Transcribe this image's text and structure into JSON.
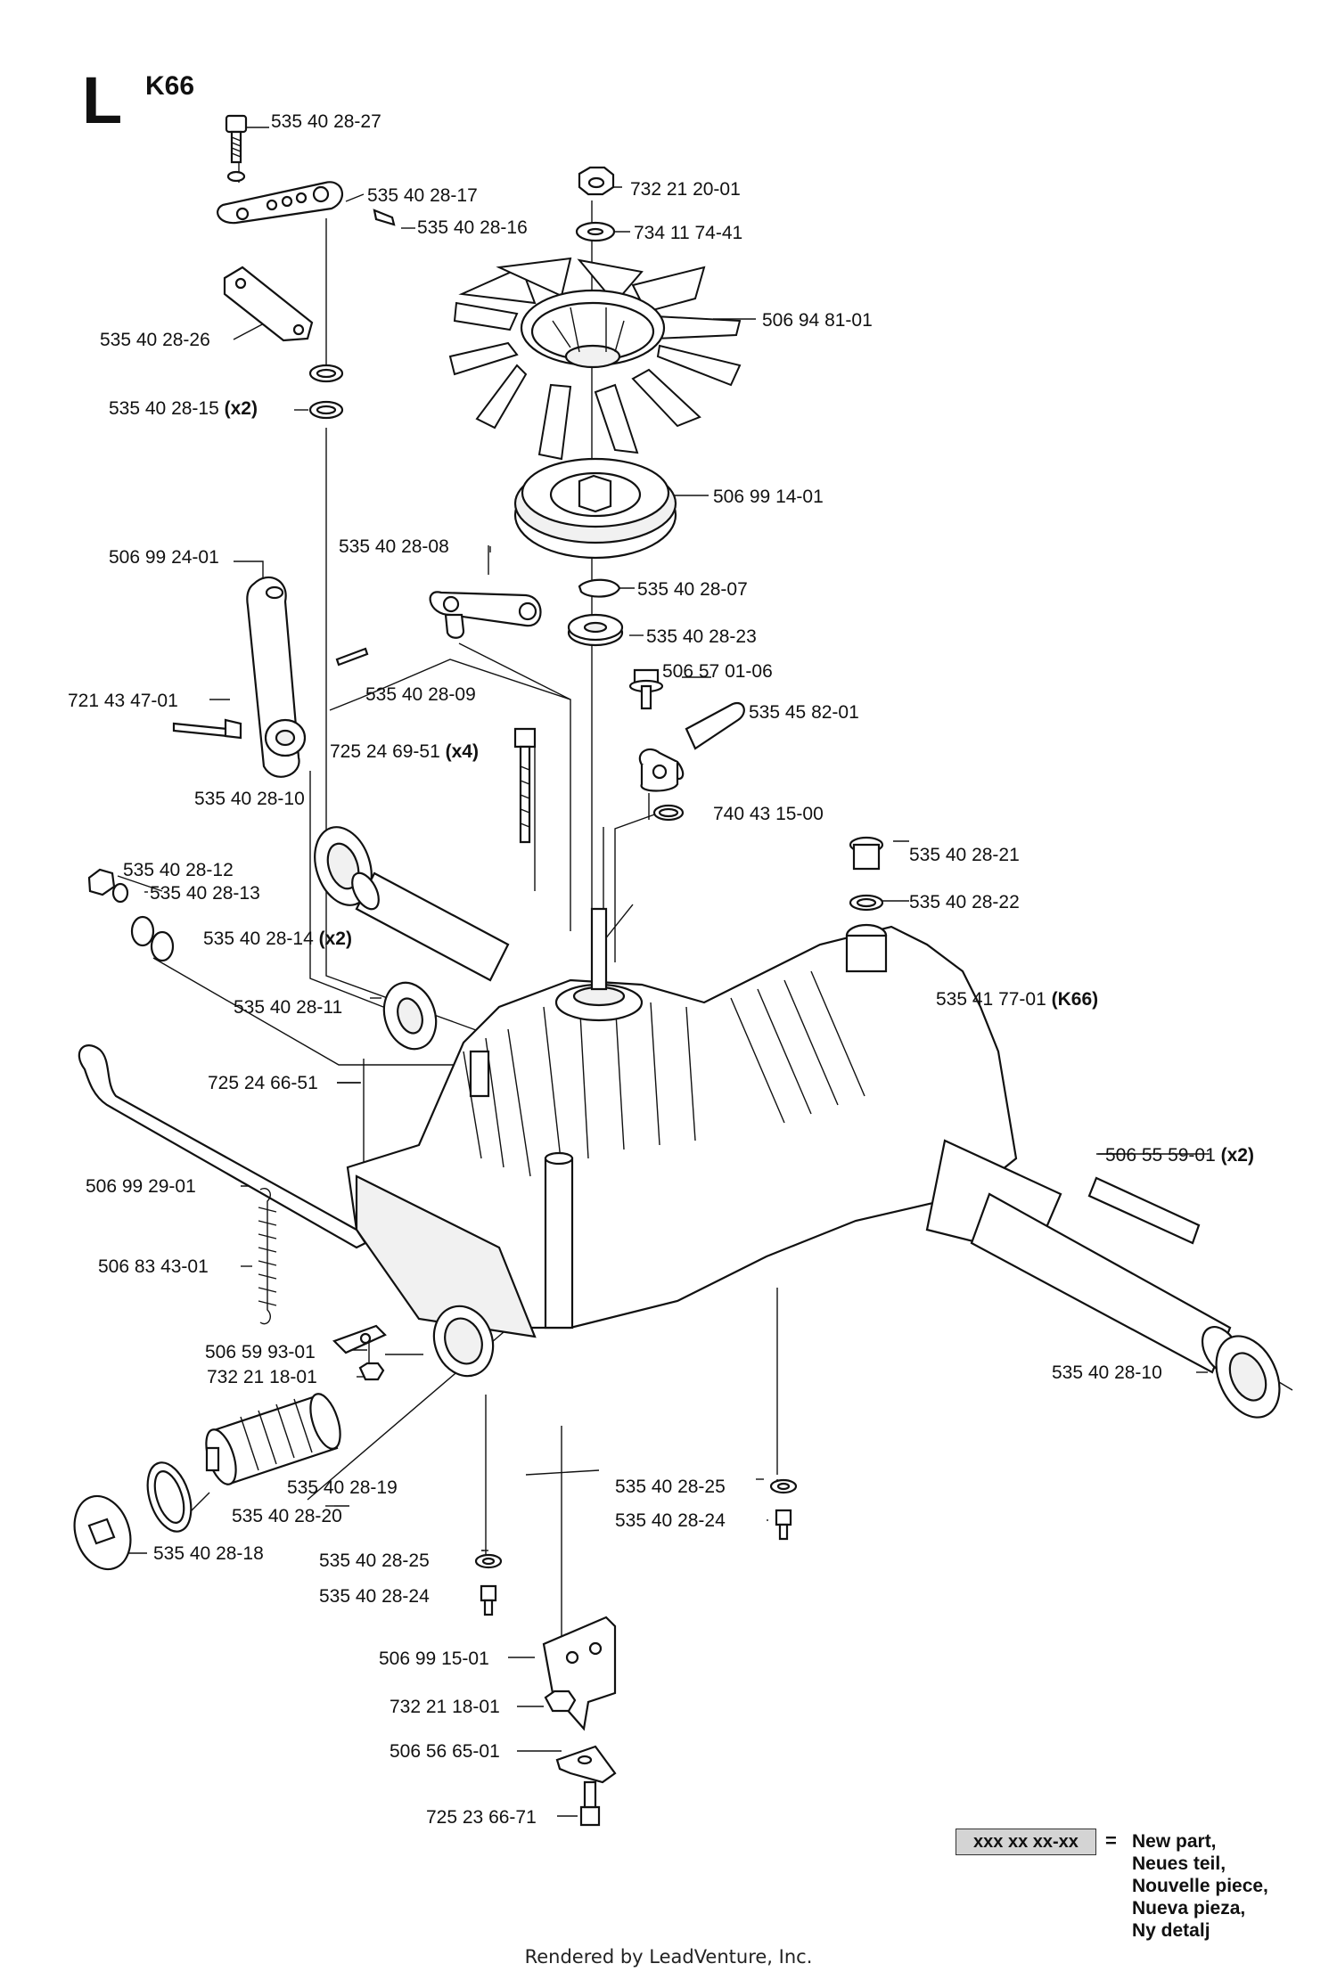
{
  "header": {
    "section_letter": "L",
    "model_code": "K66"
  },
  "parts": {
    "p535402827": "535 40 28-27",
    "p535402817": "535 40 28-17",
    "p535402816": "535 40 28-16",
    "p535402826": "535 40 28-26",
    "p535402815": "535 40 28-15",
    "p732212001": "732 21 20-01",
    "p734117441": "734 11 74-41",
    "p506948101": "506 94 81-01",
    "p506991401": "506 99 14-01",
    "p506992401": "506 99 24-01",
    "p535402808": "535 40 28-08",
    "p535402807": "535 40 28-07",
    "p535402823": "535 40 28-23",
    "p506570106": "506 57 01-06",
    "p535458201": "535 45 82-01",
    "p721434701": "721 43 47-01",
    "p535402809": "535 40 28-09",
    "p725246951": "725 24 69-51",
    "p740431500": "740 43 15-00",
    "p535402810a": "535 40 28-10",
    "p535402821": "535 40 28-21",
    "p535402812": "535 40 28-12",
    "p535402813": "535 40 28-13",
    "p535402822": "535 40 28-22",
    "p535402814": "535 40 28-14",
    "p535417701": "535 41 77-01",
    "p535402811": "535 40 28-11",
    "p725246651": "725 24 66-51",
    "p506555901": "506 55 59-01",
    "p506992901": "506 99 29-01",
    "p506834301": "506 83 43-01",
    "p535402810b": "535 40 28-10",
    "p506599301": "506 59 93-01",
    "p732211801a": "732 21 18-01",
    "p535402819": "535 40 28-19",
    "p535402825a": "535 40 28-25",
    "p535402820": "535 40 28-20",
    "p535402824a": "535 40 28-24",
    "p535402818": "535 40 28-18",
    "p535402825b": "535 40 28-25",
    "p535402824b": "535 40 28-24",
    "p506991501": "506 99 15-01",
    "p732211801b": "732 21 18-01",
    "p506566501": "506 56 65-01",
    "p725236671": "725 23 66-71"
  },
  "qualifiers": {
    "x2": "(x2)",
    "x4": "(x4)",
    "k66": "(K66)"
  },
  "legend": {
    "placeholder": "xxx xx xx-xx",
    "equals": "=",
    "lines": [
      "New part,",
      "Neues teil,",
      "Nouvelle piece,",
      "Nueva pieza,",
      "Ny detalj"
    ]
  },
  "footer": "Rendered by LeadVenture, Inc."
}
